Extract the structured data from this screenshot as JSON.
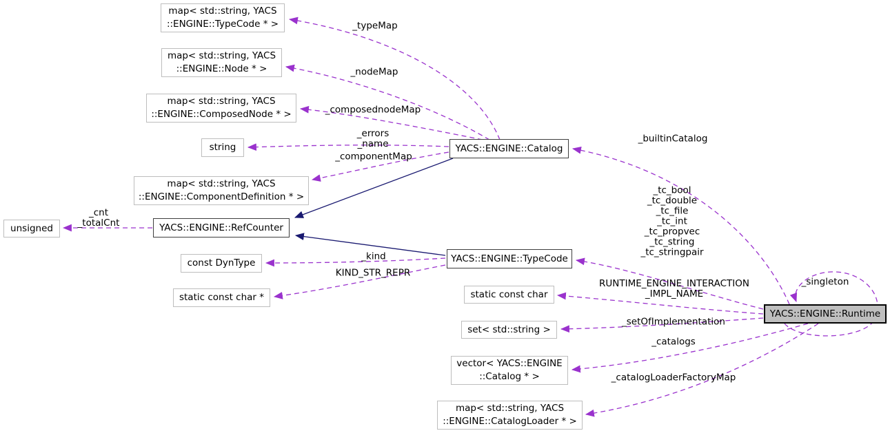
{
  "colors": {
    "usage_edge": "#9a32cd",
    "inheritance_edge": "#191970",
    "highlight_node_fill": "#bfbfbf",
    "plain_node_border": "#bdbdbd",
    "class_node_border": "#3d3d3d"
  },
  "nodes": {
    "map_typecode": {
      "label": "map< std::string, YACS\n::ENGINE::TypeCode * >"
    },
    "map_node": {
      "label": "map< std::string, YACS\n::ENGINE::Node * >"
    },
    "map_composednode": {
      "label": "map< std::string, YACS\n::ENGINE::ComposedNode * >"
    },
    "string": {
      "label": "string"
    },
    "map_componentdefinition": {
      "label": "map< std::string, YACS\n::ENGINE::ComponentDefinition * >"
    },
    "unsigned": {
      "label": "unsigned"
    },
    "refcounter": {
      "label": "YACS::ENGINE::RefCounter"
    },
    "const_dyntype": {
      "label": "const DynType"
    },
    "static_const_char_ptr": {
      "label": "static const char *"
    },
    "catalog": {
      "label": "YACS::ENGINE::Catalog"
    },
    "typecode": {
      "label": "YACS::ENGINE::TypeCode"
    },
    "static_const_char": {
      "label": "static const char"
    },
    "set_string": {
      "label": "set< std::string >"
    },
    "vector_catalog": {
      "label": "vector< YACS::ENGINE\n::Catalog * >"
    },
    "map_catalogloader": {
      "label": "map< std::string, YACS\n::ENGINE::CatalogLoader * >"
    },
    "runtime": {
      "label": "YACS::ENGINE::Runtime"
    }
  },
  "edge_labels": {
    "typeMap": "_typeMap",
    "nodeMap": "_nodeMap",
    "composednodeMap": "_composednodeMap",
    "errors_name": "_errors\n_name",
    "componentMap": "_componentMap",
    "builtinCatalog": "_builtinCatalog",
    "tc_members": "_tc_bool\n_tc_double\n_tc_file\n_tc_int\n_tc_propvec\n_tc_string\n_tc_stringpair",
    "cnt_totalCnt": "_cnt\n_totalCnt",
    "kind": "_kind",
    "kind_str_repr": "KIND_STR_REPR",
    "runtime_engine_interaction_impl_name": "RUNTIME_ENGINE_INTERACTION\n_IMPL_NAME",
    "setOfImplementation": "_setOfImplementation",
    "catalogs": "_catalogs",
    "catalogLoaderFactoryMap": "_catalogLoaderFactoryMap",
    "singleton": "_singleton"
  }
}
